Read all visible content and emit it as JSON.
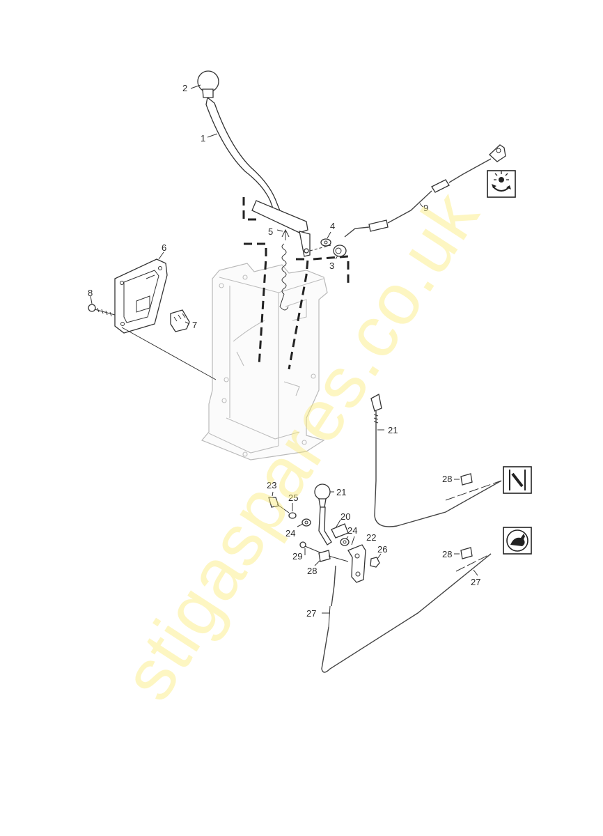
{
  "watermark": "stigaspares.co.uk",
  "callouts": {
    "c1": "1",
    "c2": "2",
    "c3": "3",
    "c4": "4",
    "c5": "5",
    "c6": "6",
    "c7": "7",
    "c8": "8",
    "c9": "9",
    "c21a": "21",
    "c21b": "21",
    "c20": "20",
    "c22": "22",
    "c23": "23",
    "c24a": "24",
    "c24b": "24",
    "c25": "25",
    "c26": "26",
    "c27a": "27",
    "c27b": "27",
    "c28a": "28",
    "c28b": "28",
    "c28c": "28",
    "c29": "29"
  },
  "symbols": {
    "s9": "cutting-height-icon",
    "s21": "choke-icon",
    "s27": "throttle-hare-icon"
  },
  "colors": {
    "watermark": "#f5e26a",
    "lines": "#333333",
    "ghost": "#bdbdbd"
  }
}
